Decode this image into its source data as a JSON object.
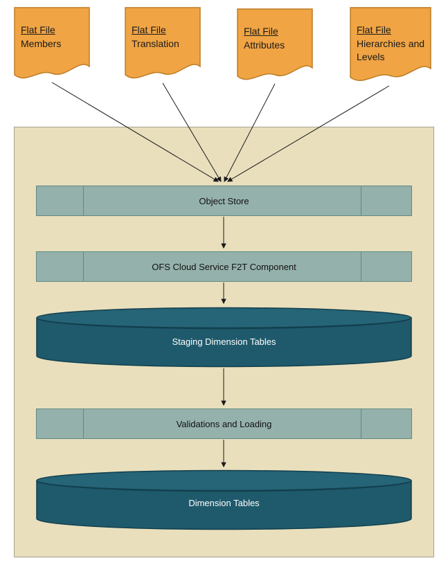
{
  "documents": [
    {
      "title": "Flat File",
      "subtitle": "Members"
    },
    {
      "title": "Flat File",
      "subtitle": "Translation"
    },
    {
      "title": "Flat File",
      "subtitle": "Attributes"
    },
    {
      "title": "Flat File",
      "subtitle": "Hierarchies and Levels"
    }
  ],
  "nodes": {
    "object_store": "Object Store",
    "f2t_component": "OFS Cloud Service F2T Component",
    "staging_tables": "Staging Dimension Tables",
    "validations": "Validations and Loading",
    "dimension_tables": "Dimension Tables"
  },
  "colors": {
    "document_fill": "#f0a444",
    "document_border": "#bd7d26",
    "process_fill": "#95b1ab",
    "process_border": "#5d8a82",
    "cylinder_fill": "#1f5a6c",
    "cylinder_top_fill": "#266477",
    "cylinder_border": "#123f4d",
    "container_fill": "#e9dfbc",
    "container_border": "#a6a089",
    "arrow_color": "#1a1a1a"
  }
}
